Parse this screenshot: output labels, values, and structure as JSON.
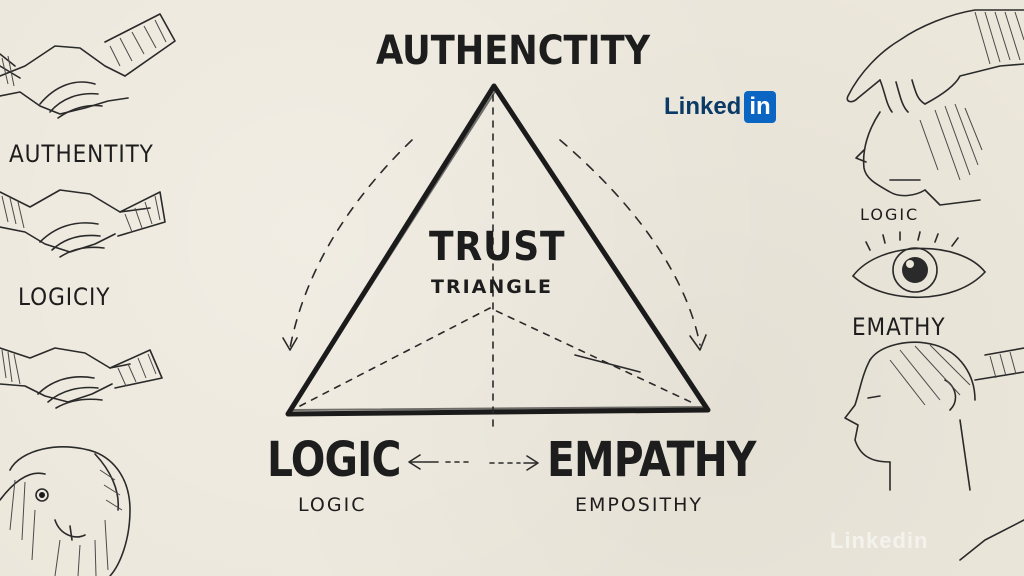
{
  "diagram": {
    "title": "AUTHENCTITY",
    "center_title": "TRUST",
    "center_subtitle": "TRIANGLE",
    "left_corner": "LOGIC",
    "left_corner_sub": "LOGIC",
    "right_corner": "EMPATHY",
    "right_corner_sub": "EMPOSITHY"
  },
  "left_column": {
    "label_1": "AUTHENTITY",
    "label_2": "LOGICIY"
  },
  "right_column": {
    "label_1": "LOGIC",
    "label_2": "EMATHY"
  },
  "brand": {
    "text": "Linked",
    "box": "in",
    "color": "#0a66c2"
  },
  "watermark": "Linkedin"
}
